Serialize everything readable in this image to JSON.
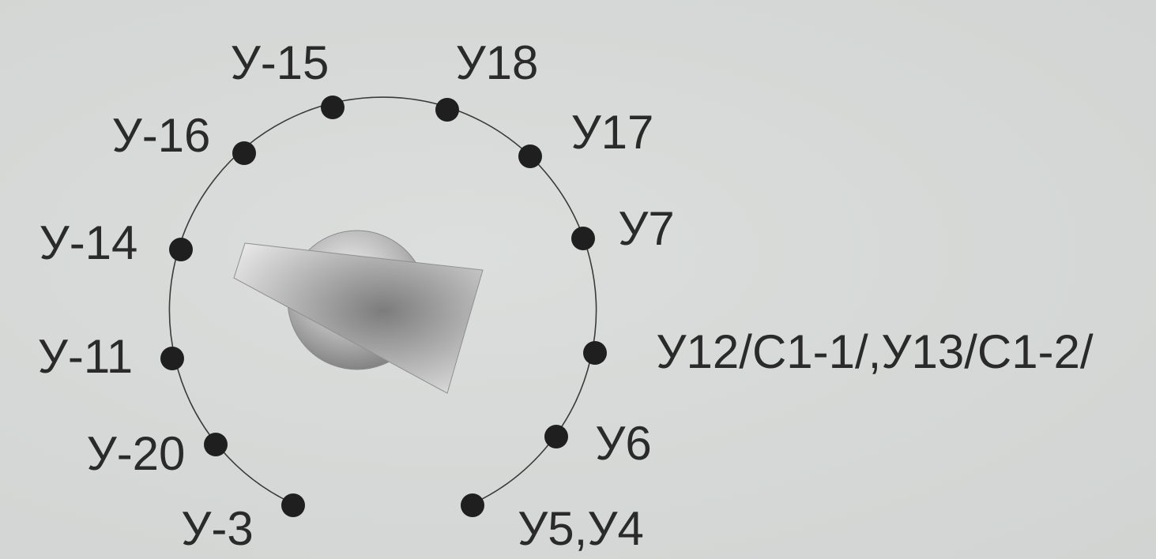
{
  "selector": {
    "positions": [
      {
        "label": "У-3"
      },
      {
        "label": "У-20"
      },
      {
        "label": "У-11"
      },
      {
        "label": "У-14"
      },
      {
        "label": "У-16"
      },
      {
        "label": "У-15"
      },
      {
        "label": "У18"
      },
      {
        "label": "У17"
      },
      {
        "label": "У7"
      },
      {
        "label": "У12/С1-1/,У13/С1-2/"
      },
      {
        "label": "У6"
      },
      {
        "label": "У5,У4"
      }
    ]
  },
  "colors": {
    "background": "#d6d9d7",
    "dot": "#1f1f1f",
    "text": "#2a2a2a",
    "arc": "#3a3a3a",
    "knob_light": "#efefef",
    "knob_dark": "#6e6e6e"
  }
}
